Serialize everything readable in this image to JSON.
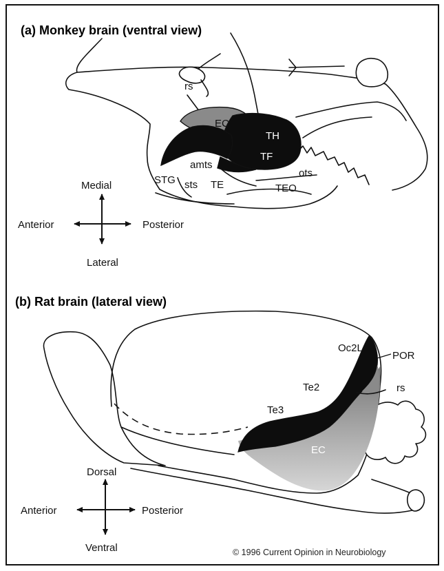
{
  "panel_a": {
    "title": "(a) Monkey brain (ventral view)",
    "labels": {
      "rs": "rs",
      "ec": "EC",
      "th": "TH",
      "tf": "TF",
      "amts": "amts",
      "ots": "ots",
      "stg": "STG",
      "sts": "sts",
      "te": "TE",
      "teo": "TEO"
    },
    "compass": {
      "top": "Medial",
      "bottom": "Lateral",
      "left": "Anterior",
      "right": "Posterior"
    }
  },
  "panel_b": {
    "title": "(b) Rat brain (lateral view)",
    "labels": {
      "oc2l": "Oc2L",
      "por": "POR",
      "te2": "Te2",
      "rs": "rs",
      "te3": "Te3",
      "ec": "EC"
    },
    "compass": {
      "top": "Dorsal",
      "bottom": "Ventral",
      "left": "Anterior",
      "right": "Posterior"
    }
  },
  "copyright": "© 1996 Current Opinion in Neurobiology",
  "colors": {
    "perirhinal_dark": "#0d0d0d",
    "entorhinal_gray": "#8a8a8a",
    "entorhinal_light": "#c4c4c4",
    "line": "#111111"
  }
}
